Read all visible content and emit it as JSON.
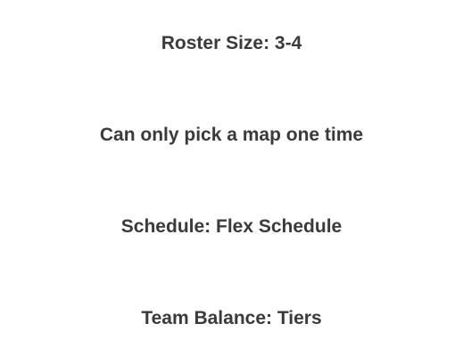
{
  "rules": {
    "items": [
      "Roster Size: 3-4",
      "Can only pick a map one time",
      "Schedule: Flex Schedule",
      "Team Balance: Tiers"
    ]
  },
  "colors": {
    "text": "#3a3a3a",
    "background": "#ffffff"
  }
}
